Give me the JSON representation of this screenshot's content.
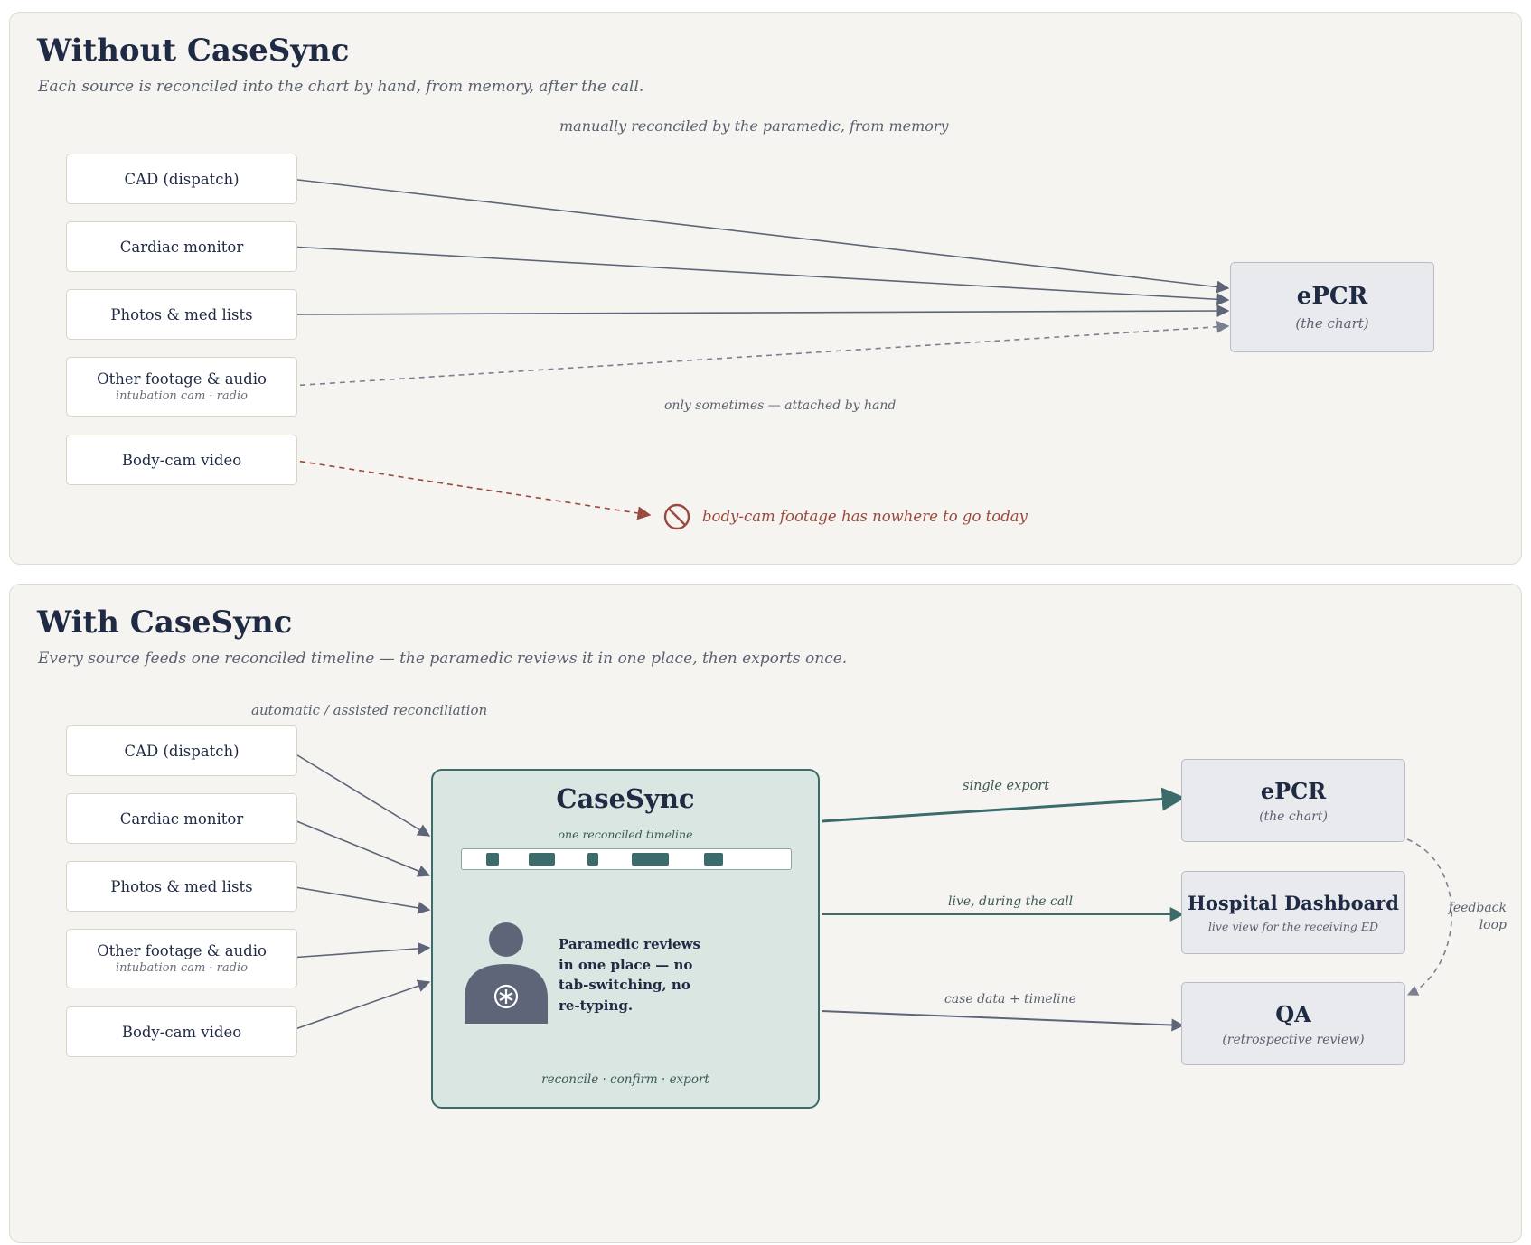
{
  "without": {
    "title": "Without CaseSync",
    "subtitle": "Each source is reconciled into the chart by hand, from memory, after the call.",
    "flow_label": "manually reconciled by the paramedic, from memory",
    "sometimes_label": "only sometimes — attached by hand",
    "sources": [
      {
        "label": "CAD (dispatch)",
        "sub": ""
      },
      {
        "label": "Cardiac monitor",
        "sub": ""
      },
      {
        "label": "Photos & med lists",
        "sub": ""
      },
      {
        "label": "Other footage & audio",
        "sub": "intubation cam · radio"
      },
      {
        "label": "Body-cam video",
        "sub": ""
      }
    ],
    "epcr": {
      "title": "ePCR",
      "sub": "(the chart)"
    },
    "nowhere": "body-cam footage has nowhere to go today"
  },
  "with": {
    "title": "With CaseSync",
    "subtitle": "Every source feeds one reconciled timeline — the paramedic reviews it in one place, then exports once.",
    "flow_label": "automatic / assisted reconciliation",
    "sources": [
      {
        "label": "CAD (dispatch)",
        "sub": ""
      },
      {
        "label": "Cardiac monitor",
        "sub": ""
      },
      {
        "label": "Photos & med lists",
        "sub": ""
      },
      {
        "label": "Other footage & audio",
        "sub": "intubation cam · radio"
      },
      {
        "label": "Body-cam video",
        "sub": ""
      }
    ],
    "hub": {
      "title": "CaseSync",
      "timeline_caption": "one reconciled timeline",
      "review_text": "Paramedic reviews in one place — no tab-switching, no re-typing.",
      "footer": "reconcile · confirm · export"
    },
    "outputs": [
      {
        "edge_label": "single export",
        "title": "ePCR",
        "sub": "(the chart)"
      },
      {
        "edge_label": "live, during the call",
        "title": "Hospital Dashboard",
        "sub": "live view for the receiving ED"
      },
      {
        "edge_label": "case data + timeline",
        "title": "QA",
        "sub": "(retrospective review)"
      }
    ],
    "feedback_label": "feedback loop"
  },
  "colors": {
    "ink": "#1f2a44",
    "arrow_gray": "#5e6578",
    "warn_red": "#9a4a3c",
    "teal": "#3b6b6a",
    "hub_fill": "#d9e6e1",
    "panel_bg": "#f5f4f0"
  },
  "icons": [
    "no-entry-icon",
    "paramedic-icon",
    "star-of-life-icon"
  ]
}
